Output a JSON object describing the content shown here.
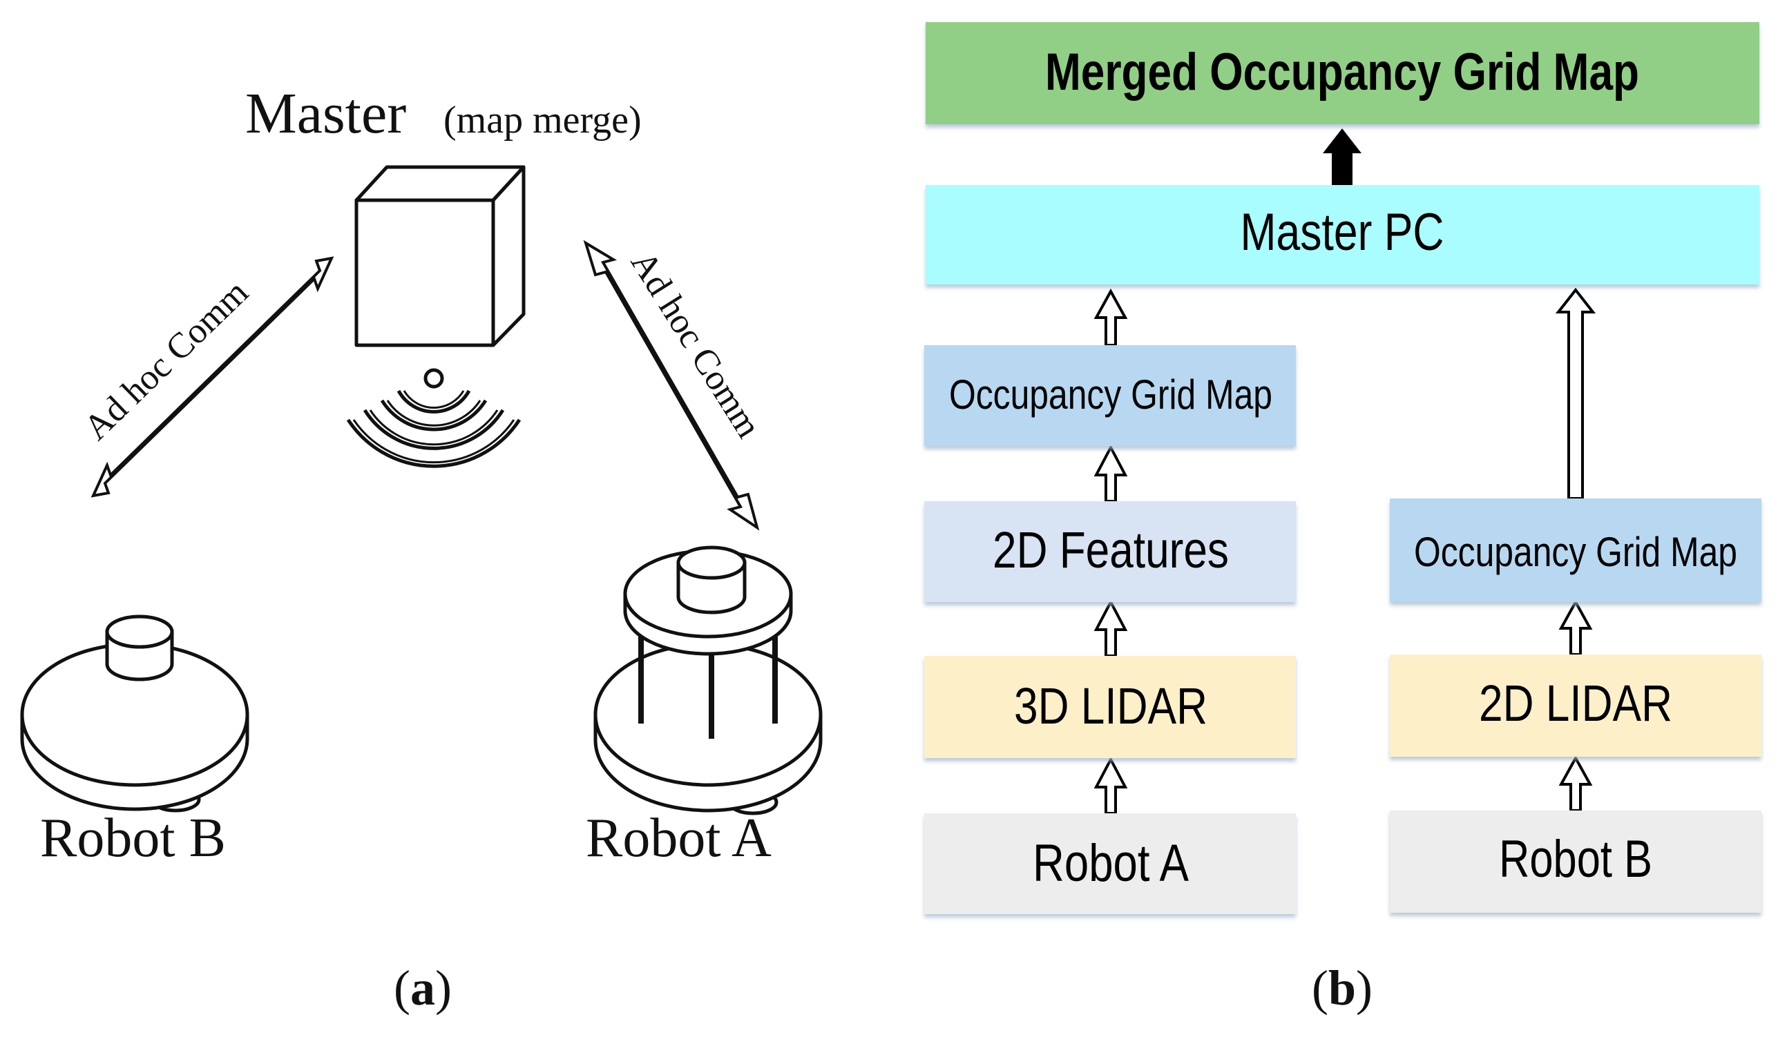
{
  "panel_a": {
    "master_label": "Master",
    "master_sublabel": "(map merge)",
    "comm_left": "Ad hoc Comm",
    "comm_right": "Ad hoc Comm",
    "robot_b_label": "Robot B",
    "robot_a_label": "Robot A",
    "caption_open": "(",
    "caption_letter": "a",
    "caption_close": ")"
  },
  "panel_b": {
    "merged_map": "Merged Occupancy Grid Map",
    "master_pc": "Master PC",
    "left_stack": {
      "occupancy_grid_map": "Occupancy Grid Map",
      "features_2d": "2D Features",
      "lidar_3d": "3D LIDAR",
      "robot": "Robot A"
    },
    "right_stack": {
      "occupancy_grid_map": "Occupancy Grid Map",
      "lidar_2d": "2D LIDAR",
      "robot": "Robot B"
    },
    "caption_open": "(",
    "caption_letter": "b",
    "caption_close": ")"
  },
  "colors": {
    "merged": "#92cf86",
    "master_pc": "#aafdff",
    "occupancy": "#b7d8f0",
    "features": "#d8e4f3",
    "lidar": "#fdf0c9",
    "robot": "#ededed"
  }
}
